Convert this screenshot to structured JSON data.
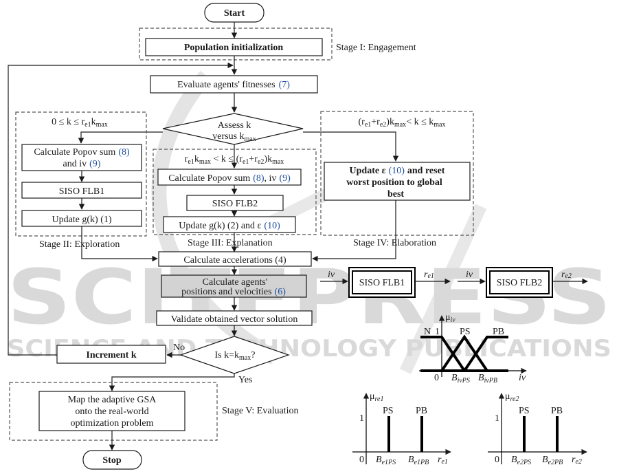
{
  "watermark": {
    "main": "SCITEPRESS",
    "sub": "SCIENCE AND TECHNOLOGY PUBLICATIONS"
  },
  "flowchart": {
    "start": "Start",
    "stop": "Stop",
    "population_init": "Population initialization",
    "evaluate": {
      "text": "Evaluate agents' fitnesses",
      "ref": "(7)"
    },
    "assess": {
      "line1": "Assess k",
      "line2_pre": "versus k",
      "line2_sub": "max"
    },
    "stage1_label": "Stage I: Engagement",
    "stage2": {
      "condition": {
        "pre": "0 ≤ k ≤ r",
        "sub1": "e1",
        "mid": "k",
        "sub2": "max"
      },
      "popov": {
        "line1_text": "Calculate Popov sum",
        "line1_ref": "(8)",
        "line2_text": "and iv",
        "line2_ref": "(9)"
      },
      "flb": "SISO FLB1",
      "update": "Update g(k) (1)",
      "label": "Stage II: Exploration"
    },
    "stage3": {
      "condition": {
        "a": "r",
        "a_sub": "e1",
        "b": "k",
        "b_sub": "max",
        "c": " < k ≤ (r",
        "c_sub": "e1",
        "d": "+r",
        "d_sub": "e2",
        "e": ")k",
        "e_sub": "max"
      },
      "popov": {
        "text1": "Calculate Popov sum",
        "ref1": "(8)",
        "text2": ", iv",
        "ref2": "(9)"
      },
      "flb": "SISO FLB2",
      "update": {
        "text": "Update g(k) (2) and ε",
        "ref": "(10)"
      },
      "label": "Stage III: Explanation"
    },
    "stage4": {
      "condition": {
        "a": "(r",
        "a_sub": "e1",
        "b": "+r",
        "b_sub": "e2",
        "c": ")k",
        "c_sub": "max",
        "d": "< k ≤ k",
        "d_sub": "max"
      },
      "update": {
        "line1_pre": "Update ε",
        "line1_ref": "(10)",
        "line1_post": "and reset",
        "line2": "worst position to global",
        "line3": "best"
      },
      "label": "Stage IV: Elaboration"
    },
    "accelerations": "Calculate accelerations (4)",
    "positions": {
      "line1": "Calculate agents'",
      "line2": "positions and velocities",
      "ref": "(6)"
    },
    "validate": "Validate obtained vector solution",
    "decision": {
      "pre": "Is k=k",
      "sub": "max",
      "post": "?"
    },
    "no_label": "No",
    "yes_label": "Yes",
    "increment": "Increment k",
    "map": {
      "line1": "Map the adaptive GSA",
      "line2": "onto the real-world",
      "line3": "optimization problem"
    },
    "stage5_label": "Stage V: Evaluation"
  },
  "blocks": {
    "flb1": {
      "label": "SISO FLB1",
      "input": "iv",
      "output_main": "r",
      "output_sub": "e1"
    },
    "flb2": {
      "label": "SISO FLB2",
      "input": "iv",
      "output_main": "r",
      "output_sub": "e2"
    }
  },
  "membership": {
    "iv": {
      "y_label": "μ",
      "y_sub": "iv",
      "x_label": "iv",
      "sets": [
        "N",
        "PS",
        "PB"
      ],
      "one": "1",
      "zero": "0",
      "ticks": [
        {
          "main": "B",
          "sub": "ivPS"
        },
        {
          "main": "B",
          "sub": "ivPB"
        }
      ]
    },
    "re1": {
      "y_label": "μ",
      "y_sub": "re1",
      "x_main": "r",
      "x_sub": "e1",
      "sets": [
        "PS",
        "PB"
      ],
      "one": "1",
      "zero": "0",
      "ticks": [
        {
          "main": "B",
          "sub": "e1PS"
        },
        {
          "main": "B",
          "sub": "e1PB"
        }
      ]
    },
    "re2": {
      "y_label": "μ",
      "y_sub": "re2",
      "x_main": "r",
      "x_sub": "e2",
      "sets": [
        "PS",
        "PB"
      ],
      "one": "1",
      "zero": "0",
      "ticks": [
        {
          "main": "B",
          "sub": "e2PS"
        },
        {
          "main": "B",
          "sub": "e2PB"
        }
      ]
    }
  }
}
